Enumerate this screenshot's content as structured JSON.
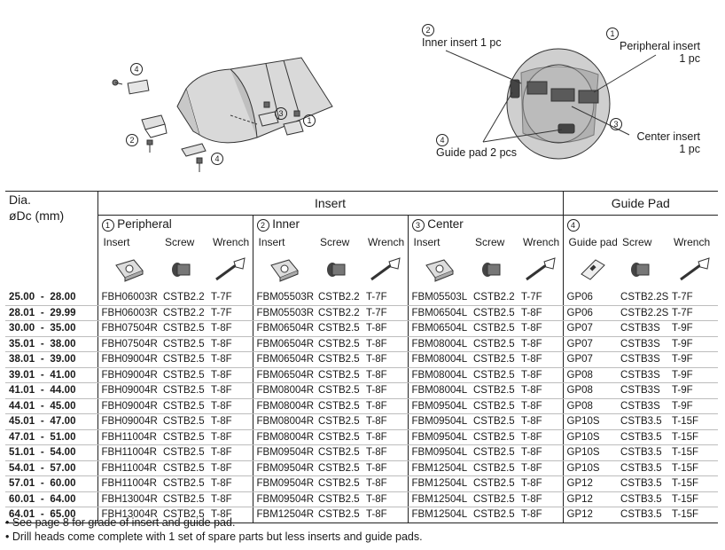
{
  "illustration": {
    "left_callouts": [
      "4",
      "3",
      "1",
      "2",
      "4"
    ],
    "right": {
      "inner": {
        "num": "2",
        "line1": "Inner insert  1 pc"
      },
      "peripheral": {
        "num": "1",
        "line1": "Peripheral insert",
        "line2": "1 pc"
      },
      "center": {
        "num": "3",
        "line1": "Center insert",
        "line2": "1 pc"
      },
      "guide": {
        "num": "4",
        "line1": "Guide pad  2 pcs"
      }
    }
  },
  "table": {
    "dia_label_1": "Dia.",
    "dia_label_2": "øDc (mm)",
    "insert_header": "Insert",
    "guide_header": "Guide Pad",
    "groups": [
      {
        "num": "1",
        "label": "Peripheral"
      },
      {
        "num": "2",
        "label": "Inner"
      },
      {
        "num": "3",
        "label": "Center"
      },
      {
        "num": "4",
        "label": ""
      }
    ],
    "sub_headers": [
      "Insert",
      "Screw",
      "Wrench",
      "Insert",
      "Screw",
      "Wrench",
      "Insert",
      "Screw",
      "Wrench",
      "Guide pad",
      "Screw",
      "Wrench"
    ],
    "rows": [
      [
        "25.00  -  28.00",
        "FBH06003R",
        "CSTB2.2",
        "T-7F",
        "FBM05503R",
        "CSTB2.2",
        "T-7F",
        "FBM05503L",
        "CSTB2.2",
        "T-7F",
        "GP06",
        "CSTB2.2S",
        "T-7F"
      ],
      [
        "28.01  -  29.99",
        "FBH06003R",
        "CSTB2.2",
        "T-7F",
        "FBM05503R",
        "CSTB2.2",
        "T-7F",
        "FBM06504L",
        "CSTB2.5",
        "T-8F",
        "GP06",
        "CSTB2.2S",
        "T-7F"
      ],
      [
        "30.00  -  35.00",
        "FBH07504R",
        "CSTB2.5",
        "T-8F",
        "FBM06504R",
        "CSTB2.5",
        "T-8F",
        "FBM06504L",
        "CSTB2.5",
        "T-8F",
        "GP07",
        "CSTB3S",
        "T-9F"
      ],
      [
        "35.01  -  38.00",
        "FBH07504R",
        "CSTB2.5",
        "T-8F",
        "FBM06504R",
        "CSTB2.5",
        "T-8F",
        "FBM08004L",
        "CSTB2.5",
        "T-8F",
        "GP07",
        "CSTB3S",
        "T-9F"
      ],
      [
        "38.01  -  39.00",
        "FBH09004R",
        "CSTB2.5",
        "T-8F",
        "FBM06504R",
        "CSTB2.5",
        "T-8F",
        "FBM08004L",
        "CSTB2.5",
        "T-8F",
        "GP07",
        "CSTB3S",
        "T-9F"
      ],
      [
        "39.01  -  41.00",
        "FBH09004R",
        "CSTB2.5",
        "T-8F",
        "FBM06504R",
        "CSTB2.5",
        "T-8F",
        "FBM08004L",
        "CSTB2.5",
        "T-8F",
        "GP08",
        "CSTB3S",
        "T-9F"
      ],
      [
        "41.01  -  44.00",
        "FBH09004R",
        "CSTB2.5",
        "T-8F",
        "FBM08004R",
        "CSTB2.5",
        "T-8F",
        "FBM08004L",
        "CSTB2.5",
        "T-8F",
        "GP08",
        "CSTB3S",
        "T-9F"
      ],
      [
        "44.01  -  45.00",
        "FBH09004R",
        "CSTB2.5",
        "T-8F",
        "FBM08004R",
        "CSTB2.5",
        "T-8F",
        "FBM09504L",
        "CSTB2.5",
        "T-8F",
        "GP08",
        "CSTB3S",
        "T-9F"
      ],
      [
        "45.01  -  47.00",
        "FBH09004R",
        "CSTB2.5",
        "T-8F",
        "FBM08004R",
        "CSTB2.5",
        "T-8F",
        "FBM09504L",
        "CSTB2.5",
        "T-8F",
        "GP10S",
        "CSTB3.5",
        "T-15F"
      ],
      [
        "47.01  -  51.00",
        "FBH11004R",
        "CSTB2.5",
        "T-8F",
        "FBM08004R",
        "CSTB2.5",
        "T-8F",
        "FBM09504L",
        "CSTB2.5",
        "T-8F",
        "GP10S",
        "CSTB3.5",
        "T-15F"
      ],
      [
        "51.01  -  54.00",
        "FBH11004R",
        "CSTB2.5",
        "T-8F",
        "FBM09504R",
        "CSTB2.5",
        "T-8F",
        "FBM09504L",
        "CSTB2.5",
        "T-8F",
        "GP10S",
        "CSTB3.5",
        "T-15F"
      ],
      [
        "54.01  -  57.00",
        "FBH11004R",
        "CSTB2.5",
        "T-8F",
        "FBM09504R",
        "CSTB2.5",
        "T-8F",
        "FBM12504L",
        "CSTB2.5",
        "T-8F",
        "GP10S",
        "CSTB3.5",
        "T-15F"
      ],
      [
        "57.01  -  60.00",
        "FBH11004R",
        "CSTB2.5",
        "T-8F",
        "FBM09504R",
        "CSTB2.5",
        "T-8F",
        "FBM12504L",
        "CSTB2.5",
        "T-8F",
        "GP12",
        "CSTB3.5",
        "T-15F"
      ],
      [
        "60.01  -  64.00",
        "FBH13004R",
        "CSTB2.5",
        "T-8F",
        "FBM09504R",
        "CSTB2.5",
        "T-8F",
        "FBM12504L",
        "CSTB2.5",
        "T-8F",
        "GP12",
        "CSTB3.5",
        "T-15F"
      ],
      [
        "64.01  -  65.00",
        "FBH13004R",
        "CSTB2.5",
        "T-8F",
        "FBM12504R",
        "CSTB2.5",
        "T-8F",
        "FBM12504L",
        "CSTB2.5",
        "T-8F",
        "GP12",
        "CSTB3.5",
        "T-15F"
      ]
    ]
  },
  "notes": [
    "• See page 8 for grade of insert and guide pad.",
    "• Drill heads come complete with 1 set of spare parts but less inserts and guide pads."
  ]
}
